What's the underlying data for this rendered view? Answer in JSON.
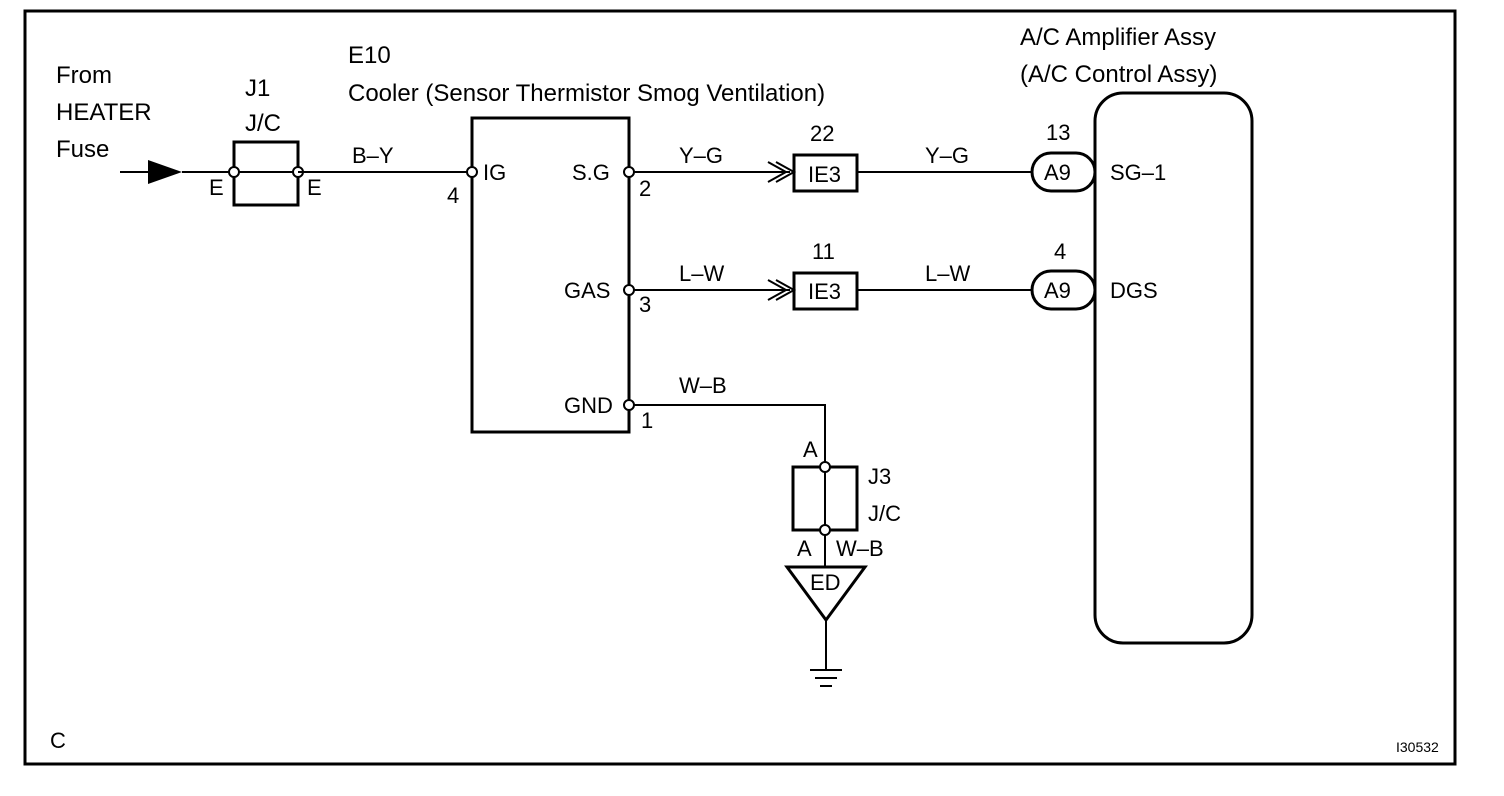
{
  "source": {
    "lines": [
      "From",
      "HEATER",
      "Fuse"
    ]
  },
  "j1": {
    "name": "J1",
    "type": "J/C",
    "pin_left": "E",
    "pin_right": "E"
  },
  "e10": {
    "code": "E10",
    "name": "Cooler (Sensor Thermistor Smog Ventilation)",
    "pin_ig": "IG",
    "pin_ig_no": "4",
    "pin_sg": "S.G",
    "pin_sg_no": "2",
    "pin_gas": "GAS",
    "pin_gas_no": "3",
    "pin_gnd": "GND",
    "pin_gnd_no": "1"
  },
  "wires": {
    "b_y": "B–Y",
    "y_g": "Y–G",
    "l_w": "L–W",
    "w_b": "W–B"
  },
  "ie3": {
    "label": "IE3",
    "pin_top": "22",
    "pin_bottom": "11"
  },
  "amp": {
    "title1": "A/C Amplifier Assy",
    "title2": "(A/C Control Assy)",
    "conn": "A9",
    "pin_sg_no": "13",
    "pin_sg": "SG–1",
    "pin_dgs_no": "4",
    "pin_dgs": "DGS"
  },
  "j3": {
    "name": "J3",
    "type": "J/C",
    "pin_top": "A",
    "pin_bottom": "A"
  },
  "ground": {
    "label": "ED"
  },
  "footer": {
    "corner": "C",
    "ref": "I30532"
  }
}
